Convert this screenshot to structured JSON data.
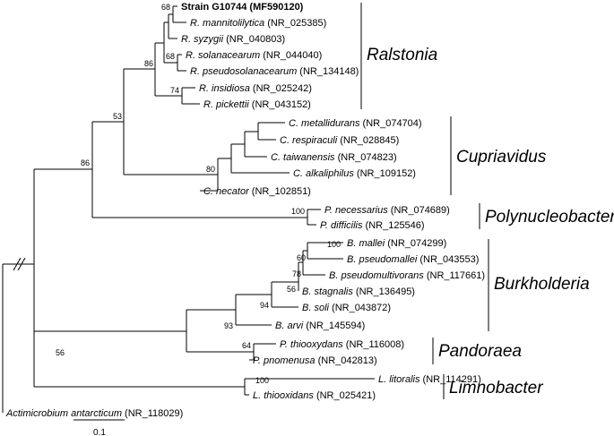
{
  "leaves": [
    {
      "id": "g10744",
      "label": "Strain G10744 (MF590120)",
      "bold": true
    },
    {
      "id": "rman",
      "species": "R. mannitolilytica",
      "acc": "(NR_025385)"
    },
    {
      "id": "rsyz",
      "species": "R. syzygii",
      "acc": "(NR_040803)"
    },
    {
      "id": "rsol",
      "species": "R. solanacearum",
      "acc": "(NR_044040)"
    },
    {
      "id": "rpseu",
      "species": "R. pseudosolanacearum",
      "acc": "(NR_134148)"
    },
    {
      "id": "rins",
      "species": "R. insidiosa",
      "acc": "(NR_025242)"
    },
    {
      "id": "rpic",
      "species": "R. pickettii",
      "acc": "(NR_043152)"
    },
    {
      "id": "cmet",
      "species": "C. metallidurans",
      "acc": "(NR_074704)"
    },
    {
      "id": "cres",
      "species": "C. respiraculi",
      "acc": "(NR_028845)"
    },
    {
      "id": "ctai",
      "species": "C. taiwanensis",
      "acc": "(NR_074823)"
    },
    {
      "id": "calk",
      "species": "C. alkaliphilus",
      "acc": "(NR_109152)"
    },
    {
      "id": "cnec",
      "species": "C. necator",
      "acc": "(NR_102851)"
    },
    {
      "id": "pnec",
      "species": "P. necessarius",
      "acc": "(NR_074689)"
    },
    {
      "id": "pdif",
      "species": "P. difficilis",
      "acc": "(NR_125546)"
    },
    {
      "id": "bmal",
      "species": "B. mallei",
      "acc": "(NR_074299)"
    },
    {
      "id": "bpsm",
      "species": "B. pseudomallei",
      "acc": "(NR_043553)"
    },
    {
      "id": "bpmv",
      "species": "B. pseudomultivorans",
      "acc": "(NR_117661)"
    },
    {
      "id": "bsta",
      "species": "B. stagnalis",
      "acc": "(NR_136495)"
    },
    {
      "id": "bsol",
      "species": "B. soli",
      "acc": "(NR_043872)"
    },
    {
      "id": "barv",
      "species": "B. arvi",
      "acc": "(NR_145594)"
    },
    {
      "id": "pthi",
      "species": "P. thiooxydans",
      "acc": "(NR_116008)"
    },
    {
      "id": "ppno",
      "species": "P. pnomenusa",
      "acc": "(NR_042813)"
    },
    {
      "id": "llit",
      "species": "L. litoralis",
      "acc": "(NR_114291)"
    },
    {
      "id": "lthi",
      "species": "L. thiooxidans",
      "acc": "(NR_025421)"
    },
    {
      "id": "aant",
      "species": "Actimicrobium antarcticum",
      "acc": "(NR_118029)"
    }
  ],
  "bootstrap": [
    {
      "id": "bs-rman",
      "value": "68"
    },
    {
      "id": "bs-rsol",
      "value": "68"
    },
    {
      "id": "bs-ralstonia",
      "value": "86"
    },
    {
      "id": "bs-rins",
      "value": "74"
    },
    {
      "id": "bs-ralcup",
      "value": "53"
    },
    {
      "id": "bs-cup",
      "value": "80"
    },
    {
      "id": "bs-main",
      "value": "86"
    },
    {
      "id": "bs-poly",
      "value": "100"
    },
    {
      "id": "bs-bmal",
      "value": "100"
    },
    {
      "id": "bs-60",
      "value": "60"
    },
    {
      "id": "bs-78",
      "value": "78"
    },
    {
      "id": "bs-56b",
      "value": "56"
    },
    {
      "id": "bs-94",
      "value": "94"
    },
    {
      "id": "bs-93",
      "value": "93"
    },
    {
      "id": "bs-pand",
      "value": "64"
    },
    {
      "id": "bs-lower",
      "value": "56"
    },
    {
      "id": "bs-limno",
      "value": "100"
    }
  ],
  "clades": [
    {
      "id": "ralstonia",
      "name": "Ralstonia"
    },
    {
      "id": "cupriavidus",
      "name": "Cupriavidus"
    },
    {
      "id": "polynucleobacter",
      "name": "Polynucleobacter"
    },
    {
      "id": "burkholderia",
      "name": "Burkholderia"
    },
    {
      "id": "pandoraea",
      "name": "Pandoraea"
    },
    {
      "id": "limnobacter",
      "name": "Limnobacter"
    }
  ],
  "scale_bar": {
    "label": "0.1"
  }
}
